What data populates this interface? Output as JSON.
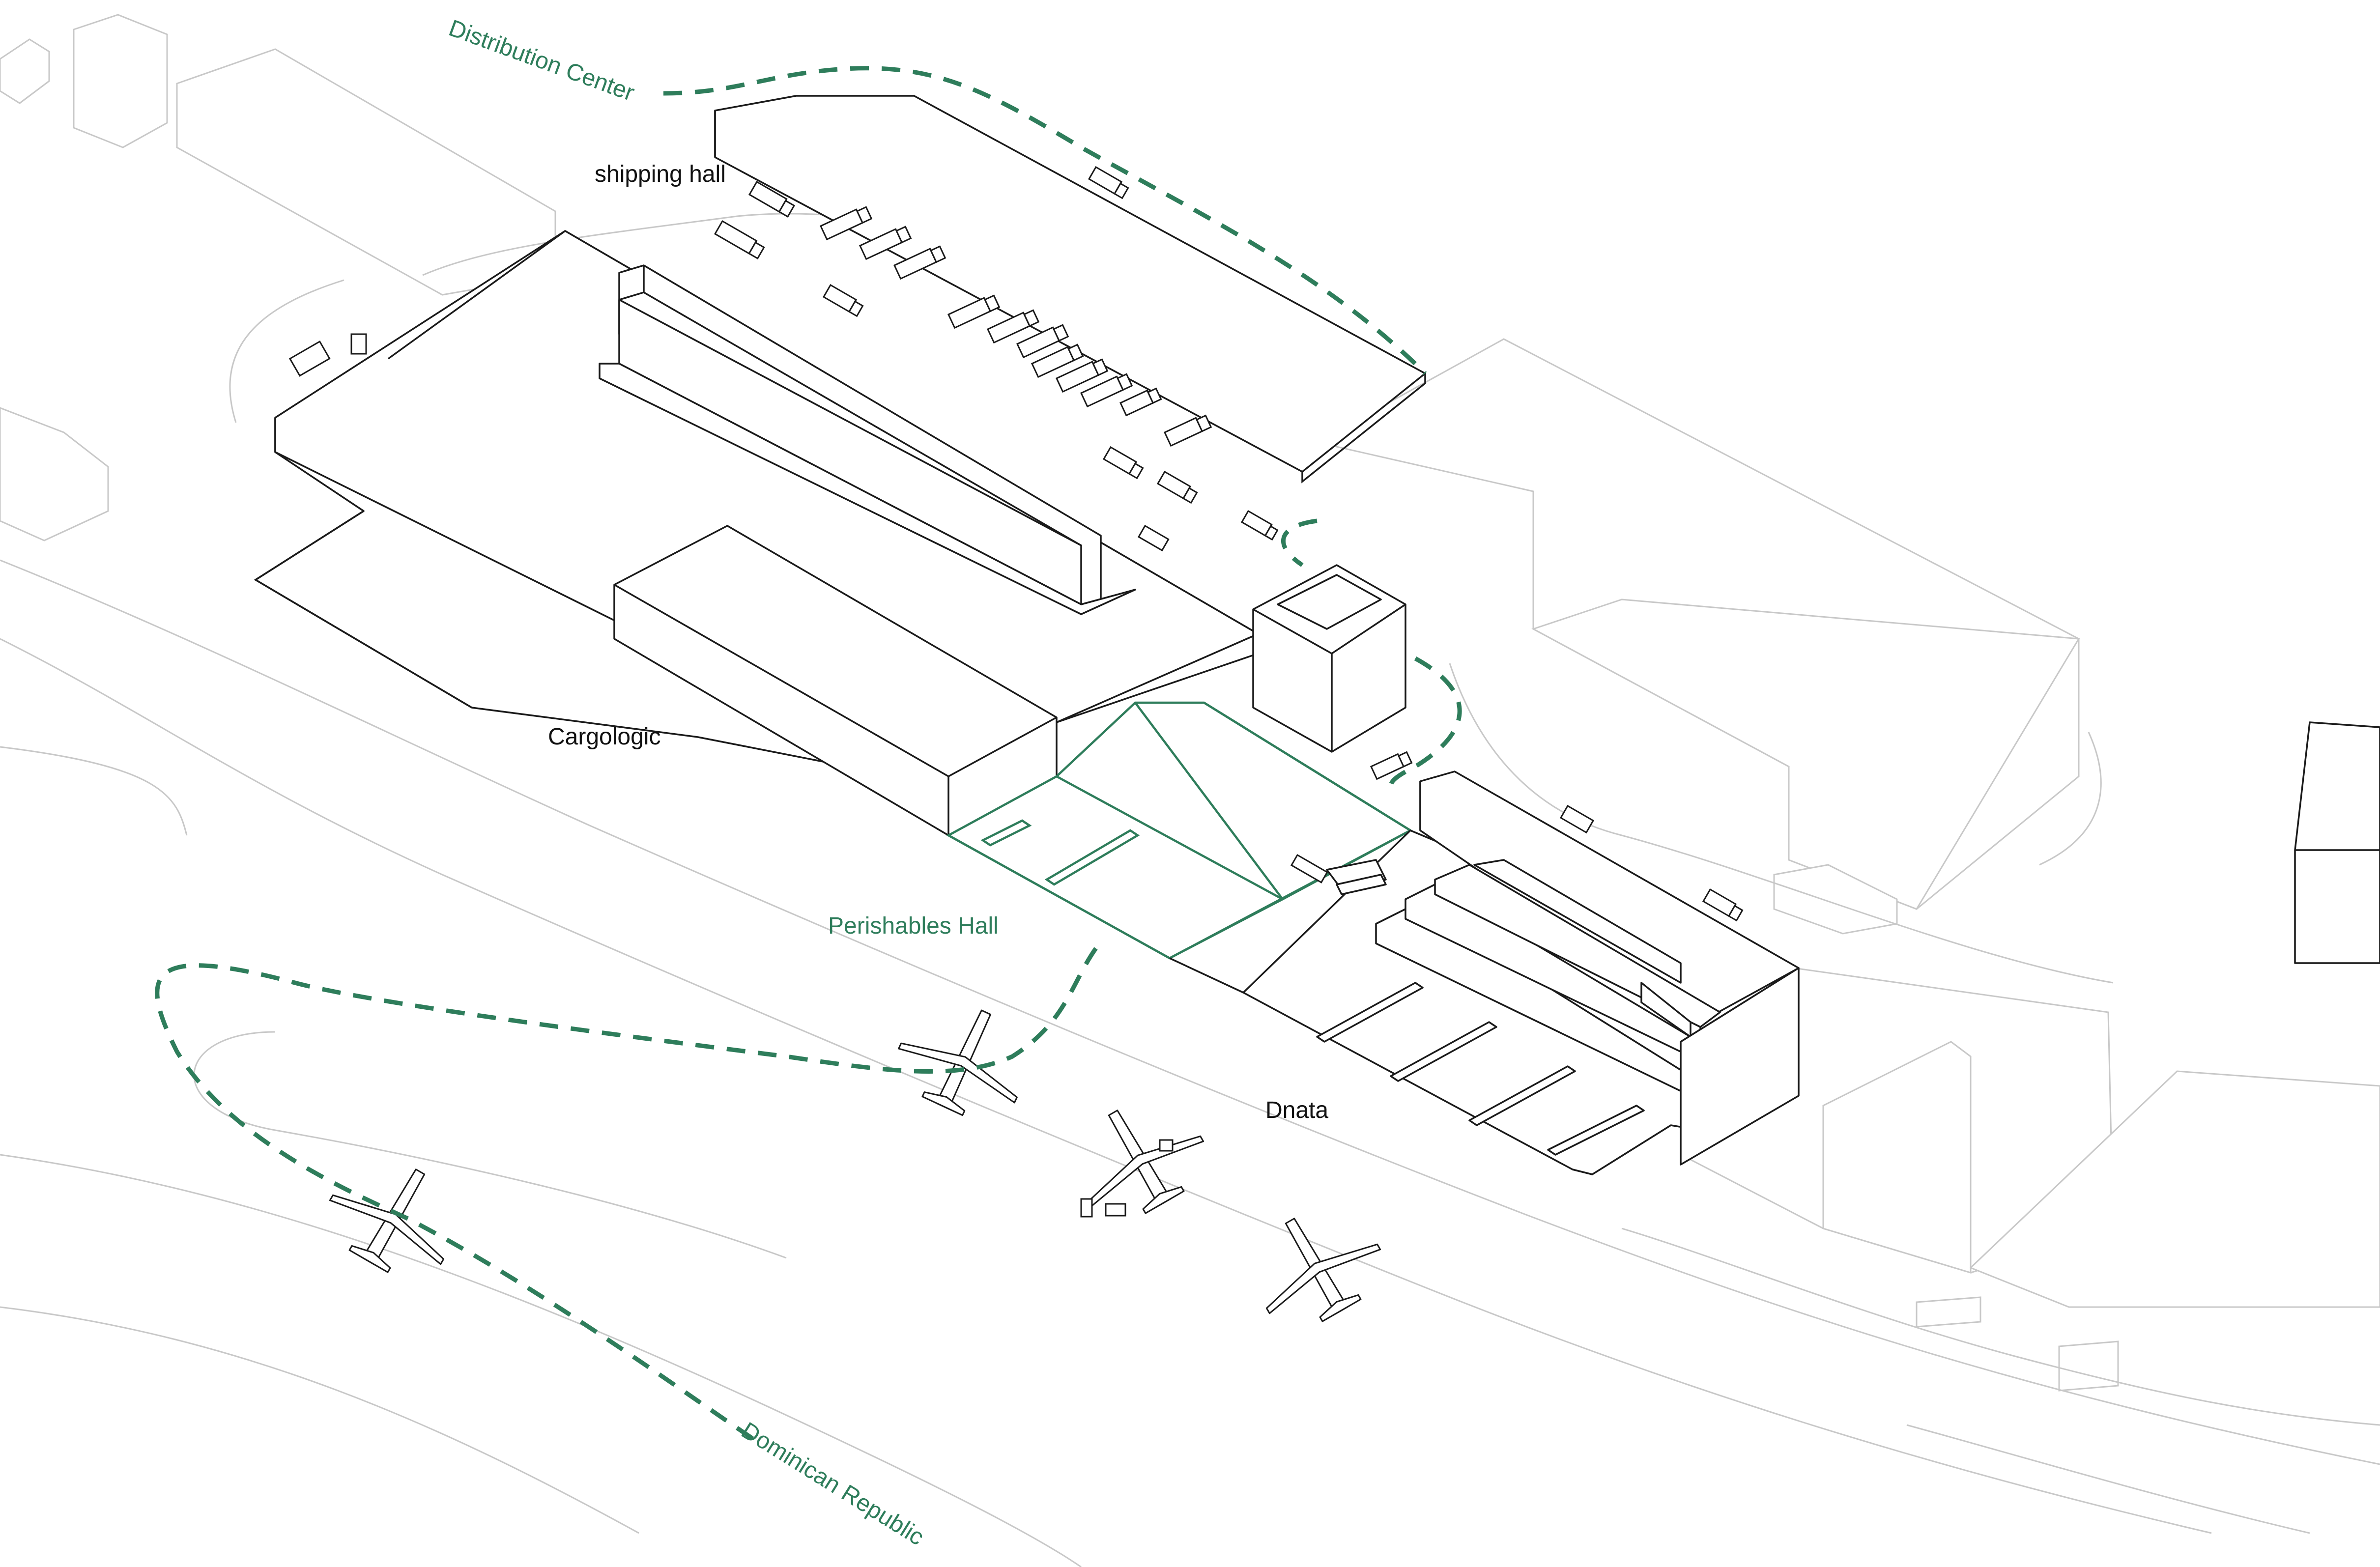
{
  "labels": {
    "distribution_center": "Distribution Center",
    "shipping_hall": "shipping hall",
    "cargologic": "Cargologic",
    "perishables_hall": "Perishables Hall",
    "dnata": "Dnata",
    "dominican_republic": "Dominican Republic"
  },
  "colors": {
    "route": "#2e7d5b",
    "building_outline": "#1a1a1a",
    "context_outline": "#c8c8c8",
    "background": "#ffffff"
  }
}
